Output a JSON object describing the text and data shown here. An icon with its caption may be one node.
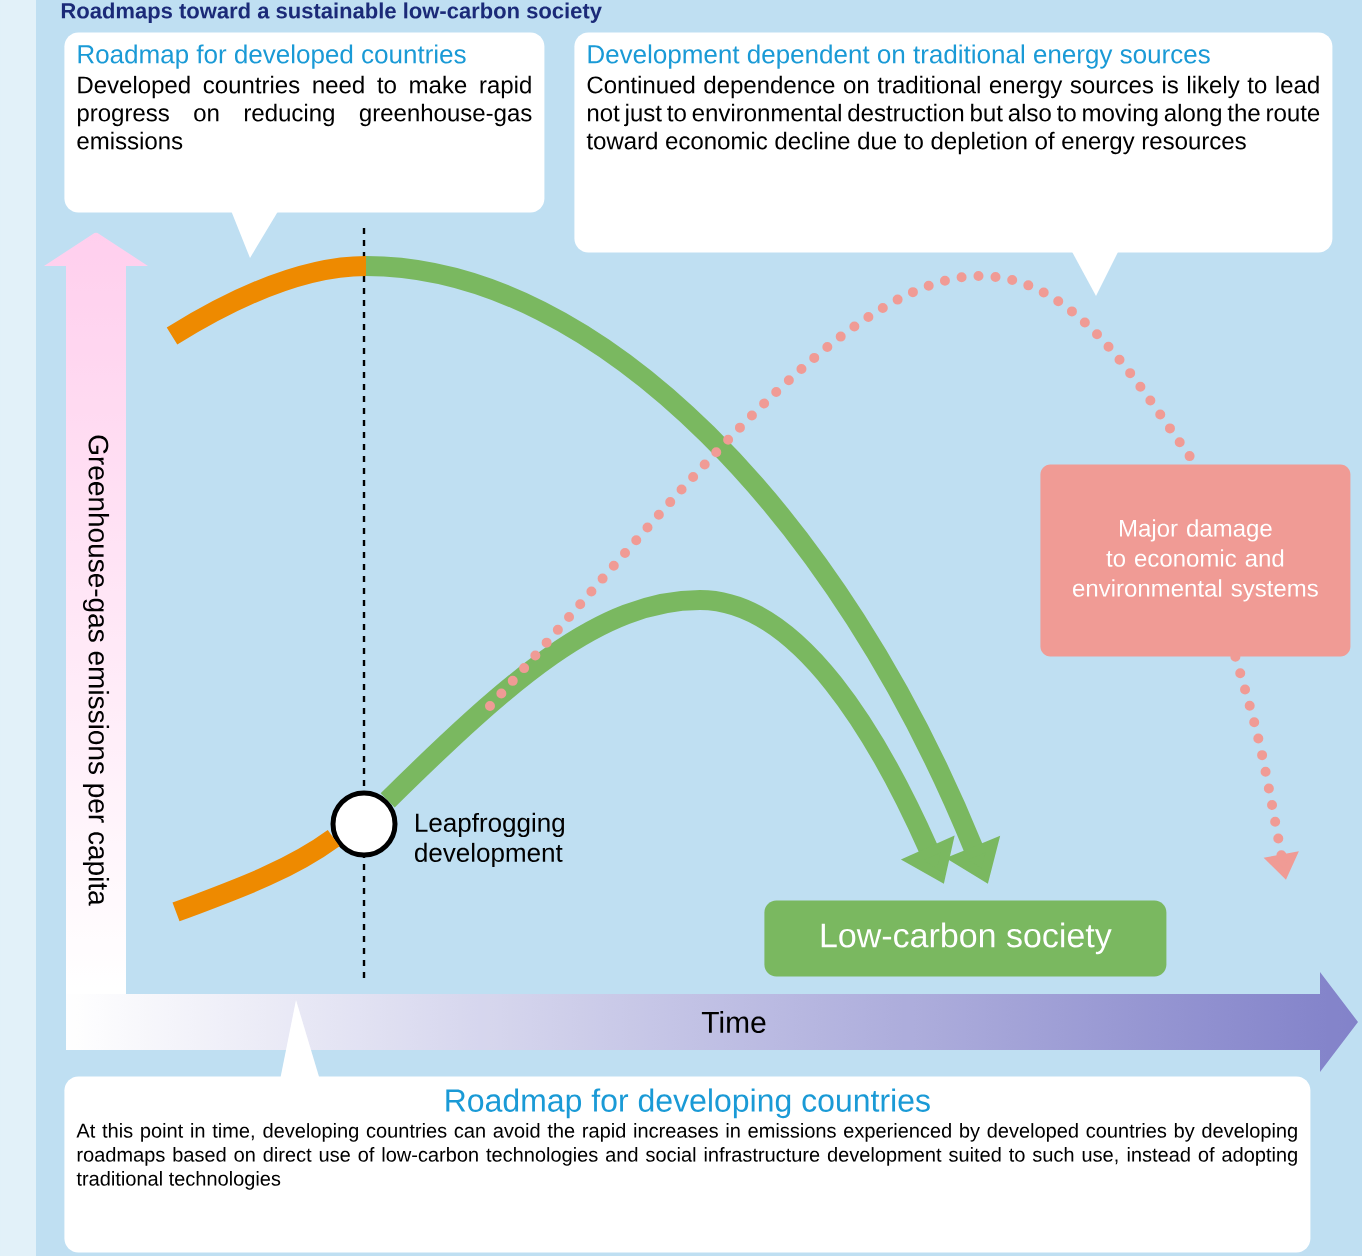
{
  "diagram": {
    "title": "Roadmaps toward a sustainable low-carbon society",
    "nodes": [
      {
        "text": [
          "Roadmap for developed countries",
          "Developed countries need to make rapid progress on reducing greenhouse-gas emissions"
        ]
      },
      {
        "text": [
          "Development dependent on traditional energy sources",
          "Continued dependence on traditional energy sources is likely to lead not just to environmental destruction but also to moving along the route toward economic decline due to depletion of energy resources"
        ]
      },
      {
        "text": [],
        "shape": "circle",
        "beside": [
          "Leapfrogging development"
        ]
      },
      {
        "text": [
          "Major damage to economic and environmental systems"
        ]
      },
      {
        "text": [
          "Low-carbon society"
        ]
      },
      {
        "text": [
          "Roadmap for developing countries",
          "At this point in time, developing countries can avoid the rapid increases in emissions experienced by developed countries by developing roadmaps based on direct use of low-carbon technologies and social infrastructure development suited to such use, instead of adopting traditional technologies"
        ]
      }
    ],
    "edges": [
      {
        "from": null,
        "to": 4,
        "arrow": "to",
        "color": "#7ab860"
      },
      {
        "from": 2,
        "to": 4,
        "arrow": "to",
        "color": "#7ab860"
      },
      {
        "from": null,
        "to": 2,
        "arrow": "none",
        "color": "#ee8a00"
      },
      {
        "from": null,
        "to": 3,
        "arrow": "none",
        "style": "dashed",
        "color": "#f09b95"
      },
      {
        "from": 3,
        "to": null,
        "arrow": "to",
        "style": "dashed",
        "color": "#f09b95"
      }
    ],
    "labels": [
      "Greenhouse-gas emissions per capita",
      "Time"
    ]
  }
}
